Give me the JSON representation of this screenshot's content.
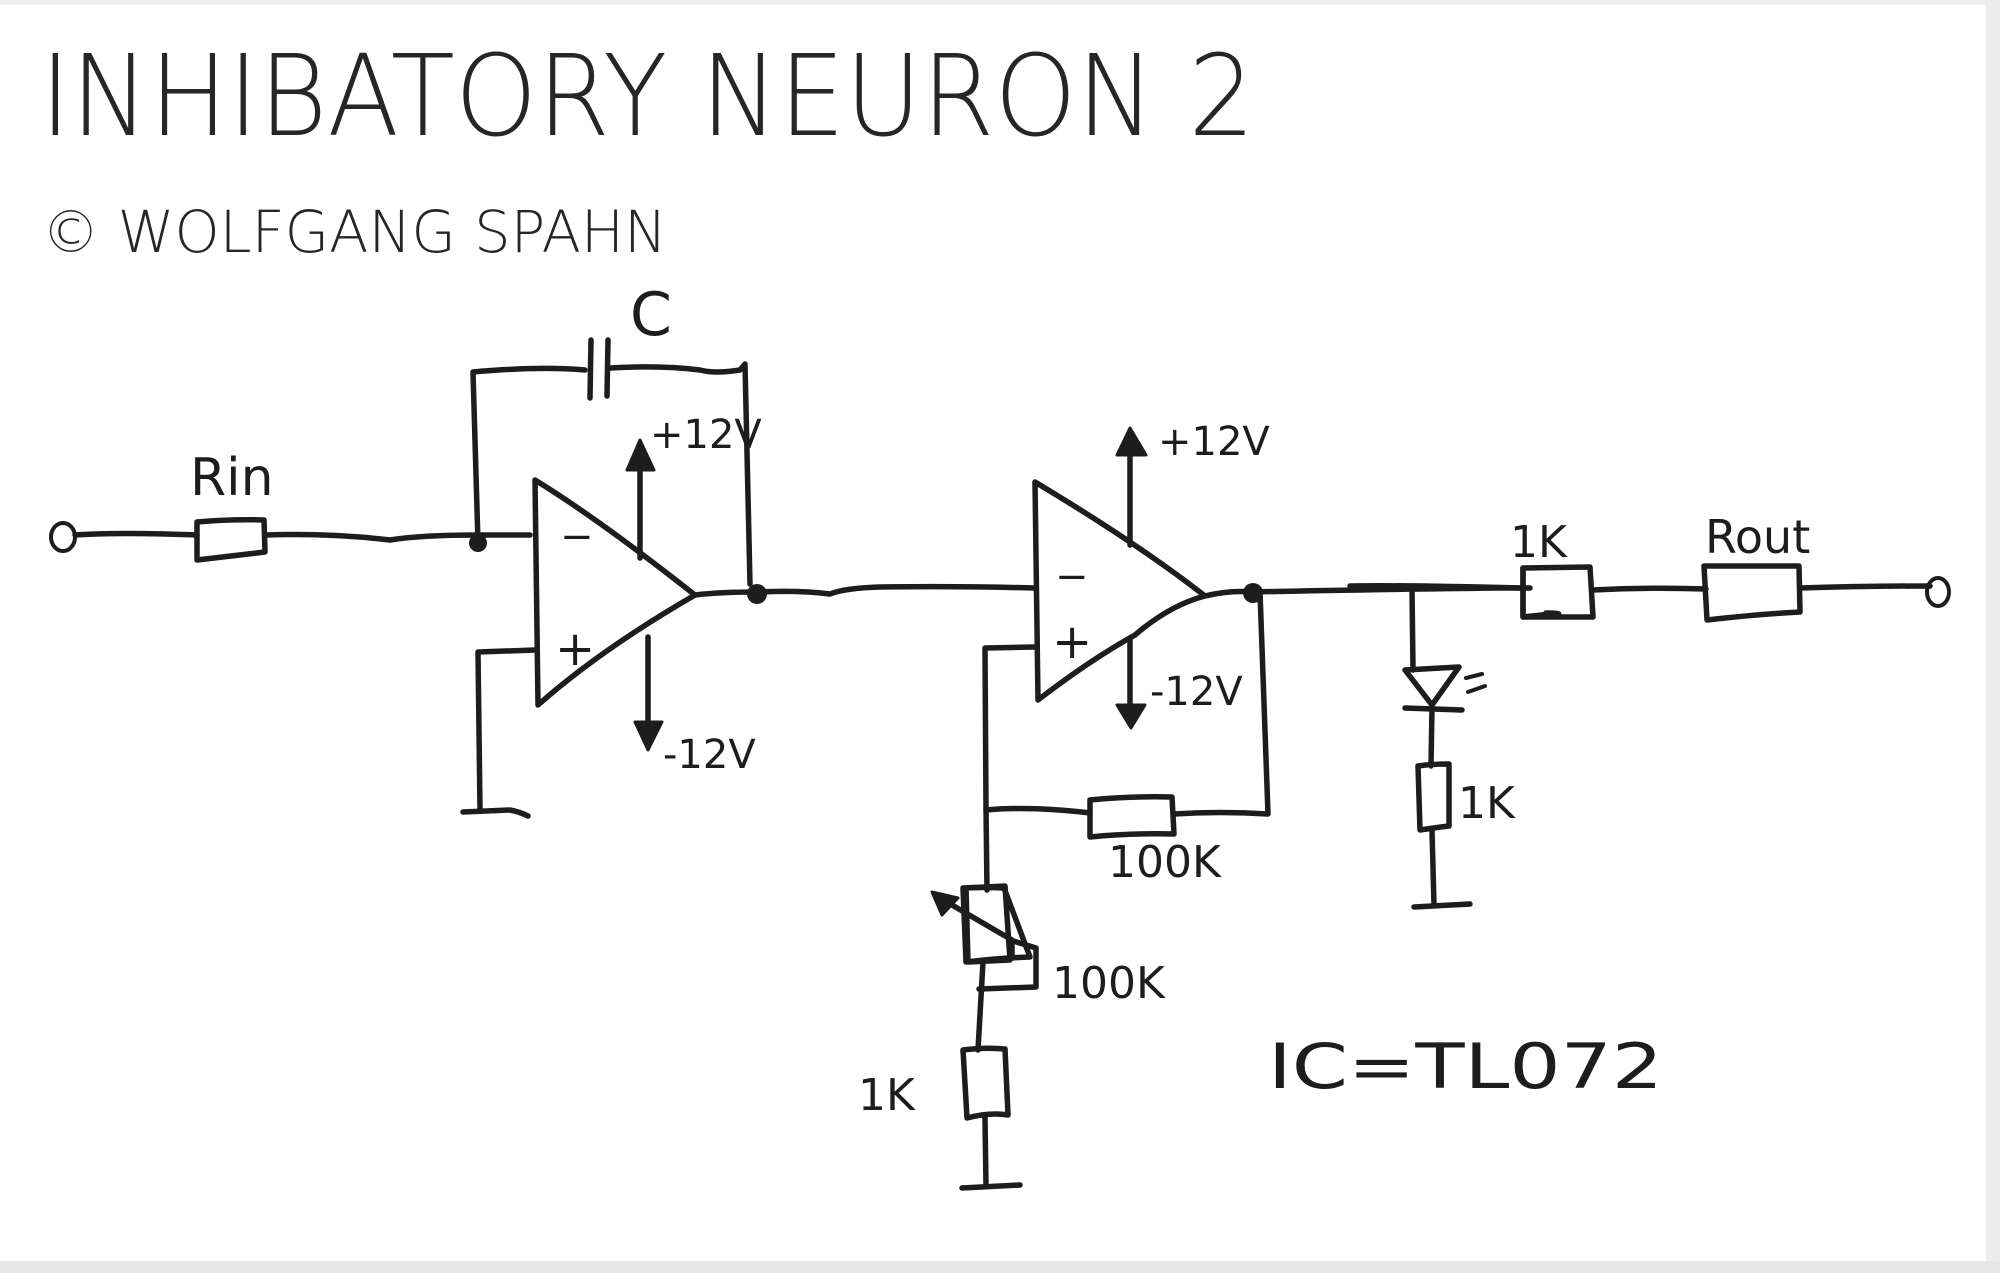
{
  "title": "INHIBATORY NEURON 2",
  "copyright": "© WOLFGANG SPAHN",
  "ic_note": "IC=TL072",
  "components": {
    "input_resistor": "Rin",
    "feedback_capacitor": "C",
    "output_resistor_1": "1K",
    "output_resistor_2": "Rout",
    "led_resistor": "1K",
    "feedback_resistor": "100K",
    "trim_potentiometer": "100K",
    "ground_resistor": "1K"
  },
  "opamp1": {
    "minus": "−",
    "plus": "+",
    "supply_pos": "+12V",
    "supply_neg": "-12V"
  },
  "opamp2": {
    "minus": "−",
    "plus": "+",
    "supply_pos": "+12V",
    "supply_neg": "-12V"
  },
  "colors": {
    "ink": "#1d1d1d",
    "paper": "#ffffff"
  }
}
